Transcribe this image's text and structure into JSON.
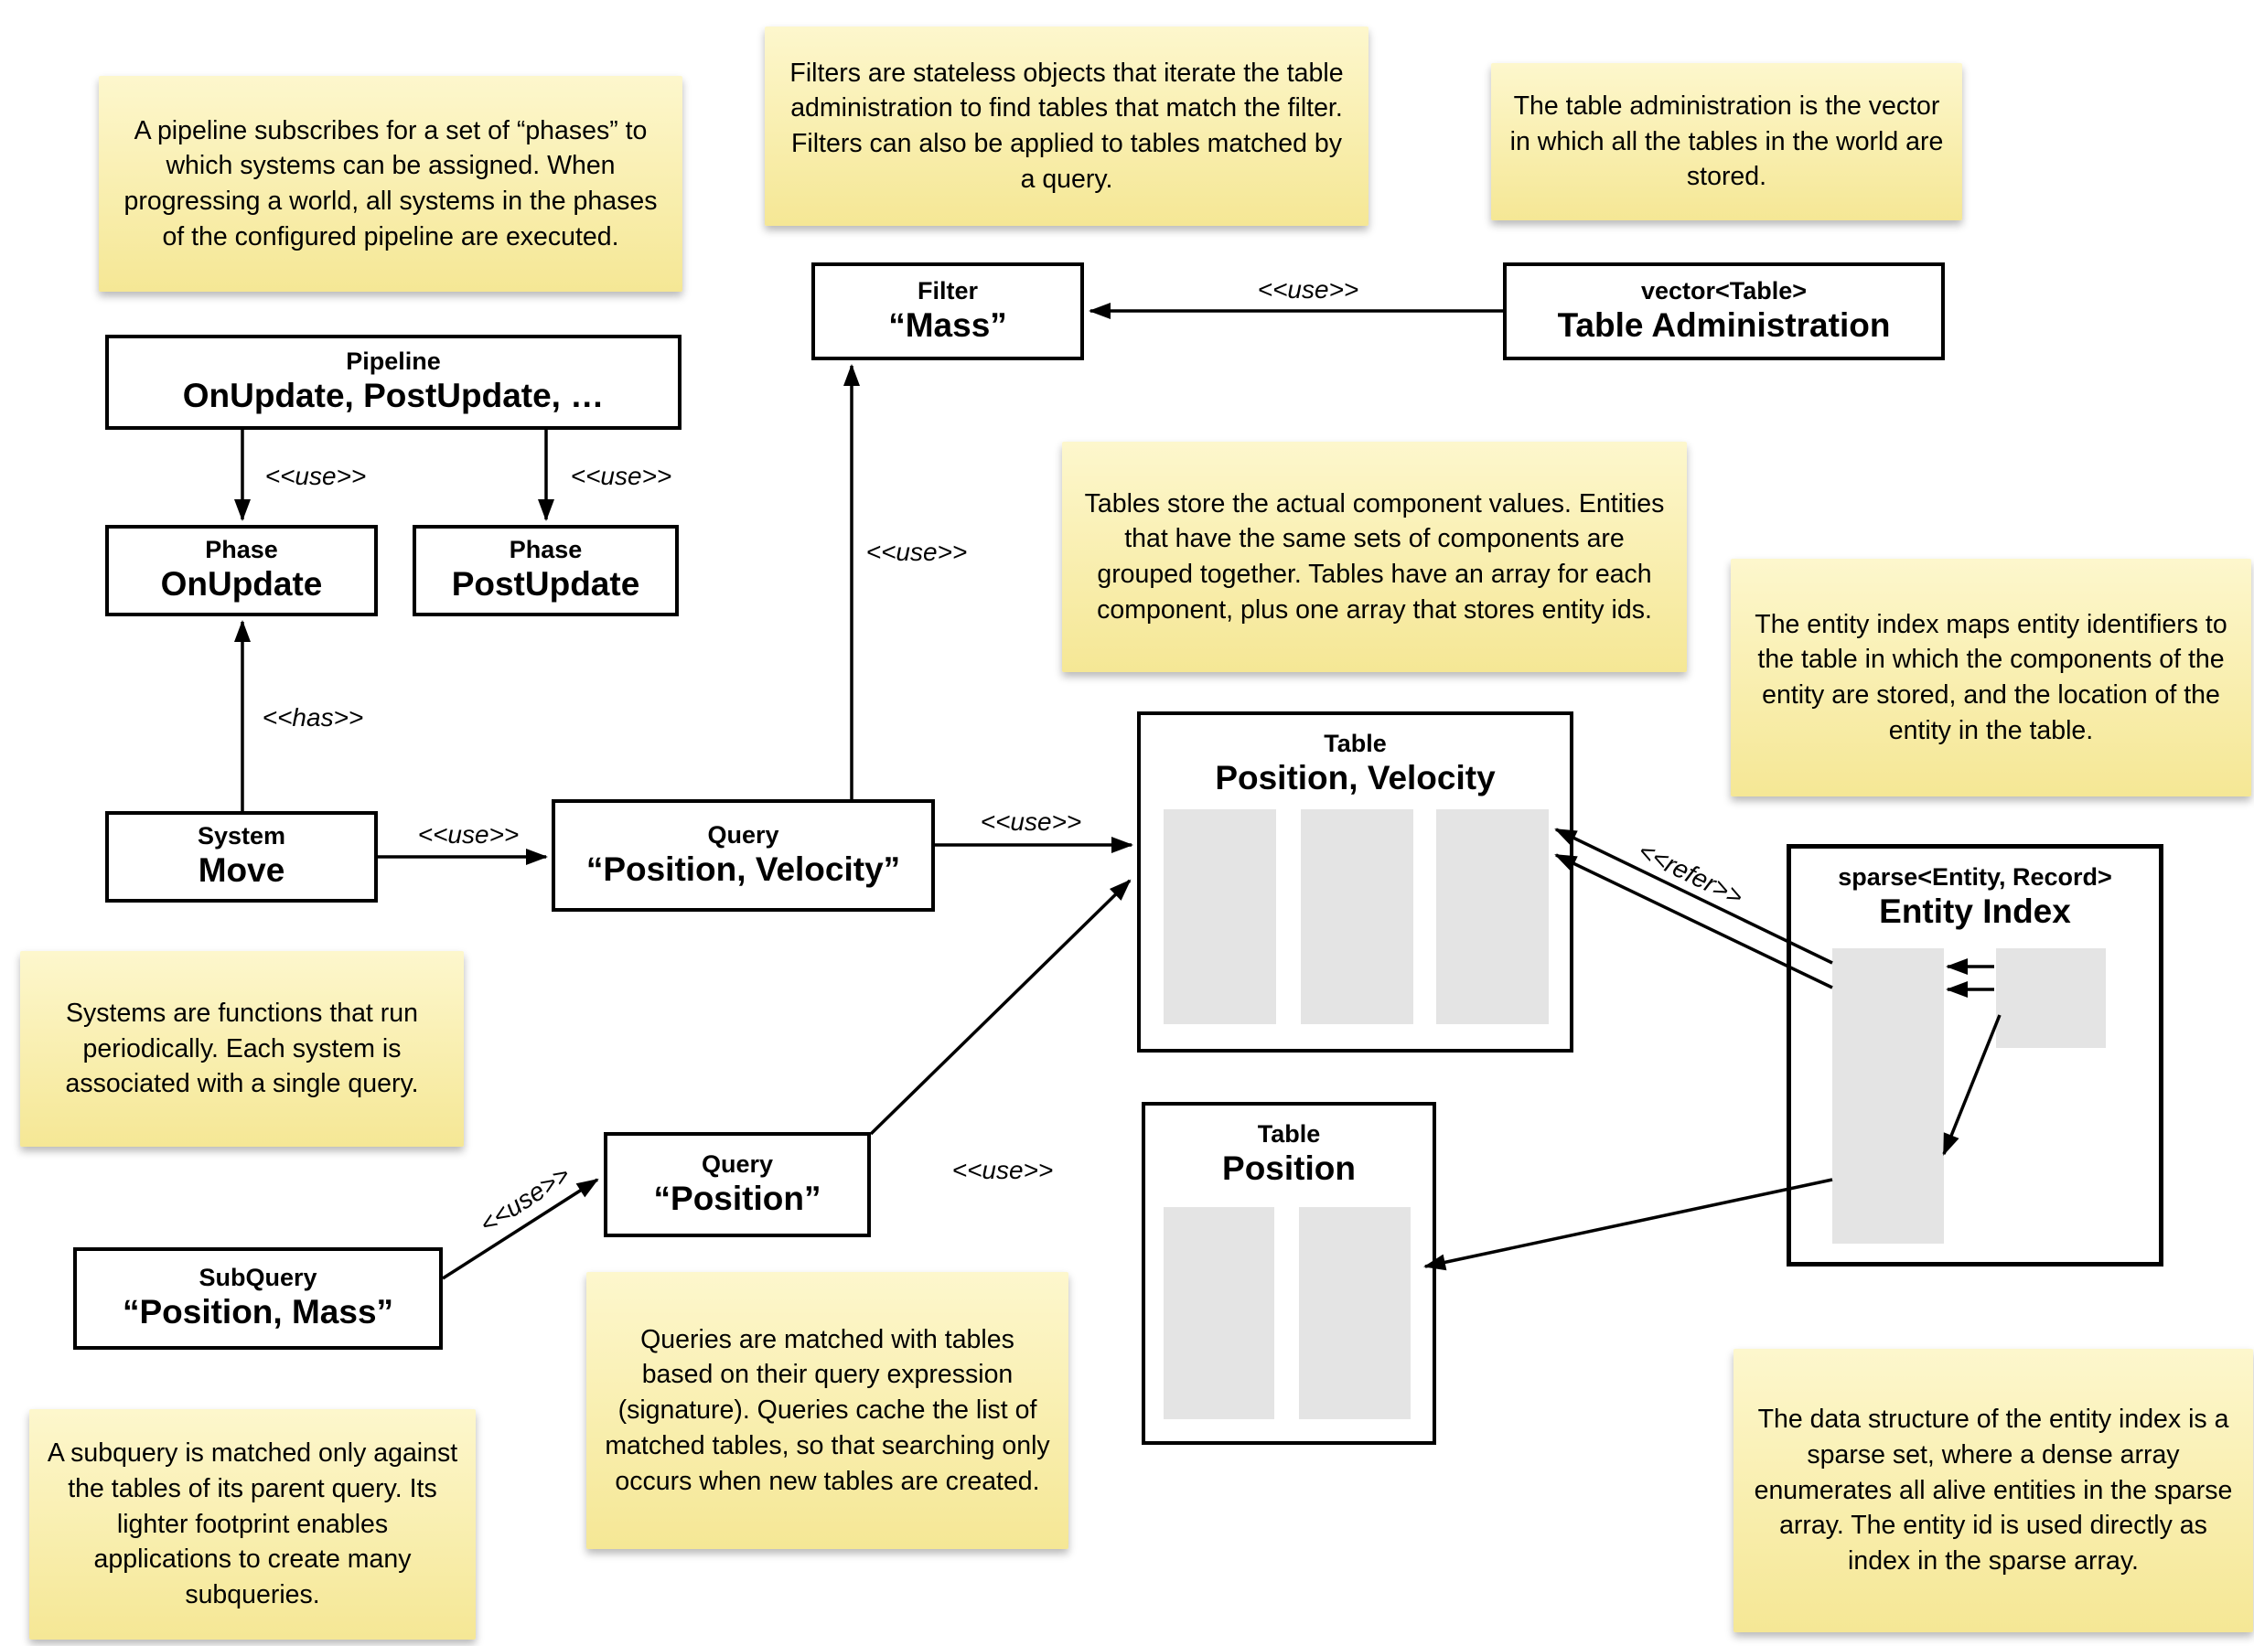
{
  "diagram_labels": {
    "use": "<<use>>",
    "has": "<<has>>",
    "refer": "<<refer>>"
  },
  "notes": {
    "pipeline": "A pipeline subscribes for a set of “phases” to which systems can be assigned. When progressing a world, all systems in the phases of the configured pipeline are executed.",
    "filters": "Filters are stateless objects that iterate the table administration to find tables that match the filter. Filters can also be applied to tables matched by a query.",
    "table_admin": "The table administration is the vector in which all the tables in the world are stored.",
    "tables": "Tables store the actual component values. Entities that have the same sets of components are grouped together. Tables have an array for each component, plus one array that stores entity ids.",
    "entity_index": "The entity index maps entity identifiers to the table in which the components of the entity are stored, and the location of the entity in the table.",
    "systems": "Systems are functions that run periodically. Each system is associated with a single query.",
    "queries": "Queries are matched with tables based on their query expression (signature). Queries cache the list of matched tables, so that searching only occurs when new tables are created.",
    "subquery": "A subquery is matched only against the tables of its parent query. Its lighter footprint enables applications to create many subqueries.",
    "sparse_set": "The data structure of the entity index is a sparse set, where a dense array enumerates all alive entities in the sparse array. The entity id is used directly as index in the sparse array."
  },
  "boxes": {
    "pipeline": {
      "stereotype": "Pipeline",
      "name": "OnUpdate, PostUpdate, …"
    },
    "phase_onupdate": {
      "stereotype": "Phase",
      "name": "OnUpdate"
    },
    "phase_postupdate": {
      "stereotype": "Phase",
      "name": "PostUpdate"
    },
    "system_move": {
      "stereotype": "System",
      "name": "Move"
    },
    "query_position_velocity": {
      "stereotype": "Query",
      "name": "“Position, Velocity”"
    },
    "query_position": {
      "stereotype": "Query",
      "name": "“Position”"
    },
    "subquery": {
      "stereotype": "SubQuery",
      "name": "“Position, Mass”"
    },
    "filter_mass": {
      "stereotype": "Filter",
      "name": "“Mass”"
    },
    "table_administration": {
      "stereotype": "vector<Table>",
      "name": "Table Administration"
    },
    "table_position_velocity": {
      "stereotype": "Table",
      "name": "Position, Velocity"
    },
    "table_position": {
      "stereotype": "Table",
      "name": "Position"
    },
    "entity_index": {
      "stereotype": "sparse<Entity, Record>",
      "name": "Entity Index"
    }
  },
  "colors": {
    "note_bg_top": "#fdf7cd",
    "note_bg_bottom": "#f5e795",
    "box_border": "#000000",
    "array_fill": "#e4e4e4"
  }
}
